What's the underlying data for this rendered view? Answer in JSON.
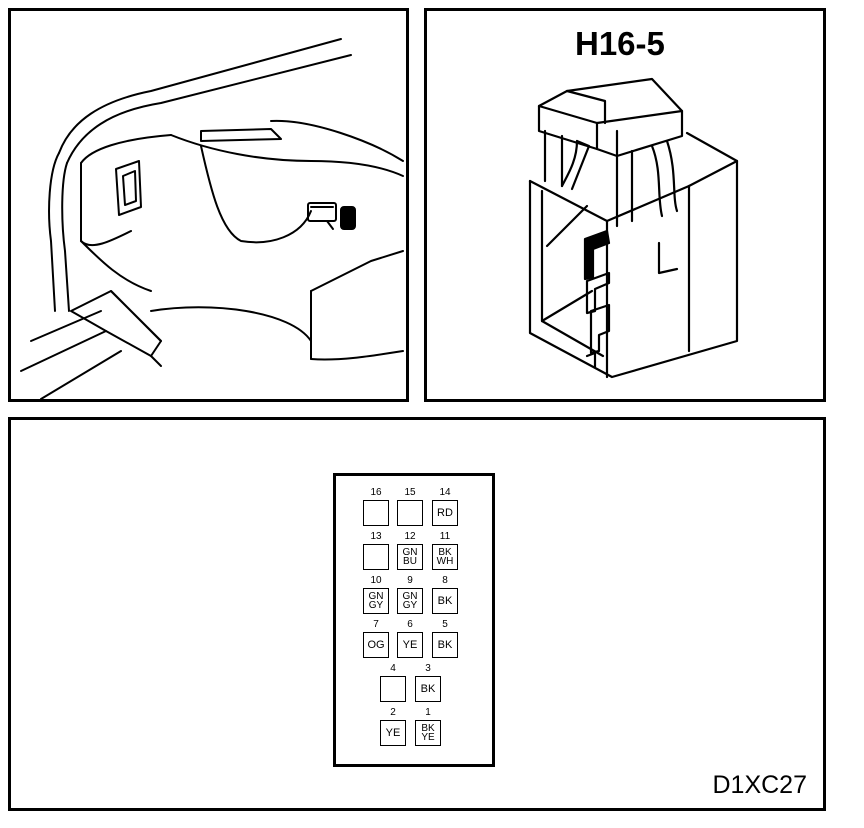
{
  "connector": {
    "id": "H16-5"
  },
  "diagram_code": "D1XC27",
  "pins": [
    {
      "num": "16",
      "wires": []
    },
    {
      "num": "15",
      "wires": []
    },
    {
      "num": "14",
      "wires": [
        "RD"
      ]
    },
    {
      "num": "13",
      "wires": []
    },
    {
      "num": "12",
      "wires": [
        "GN",
        "BU"
      ]
    },
    {
      "num": "11",
      "wires": [
        "BK",
        "WH"
      ]
    },
    {
      "num": "10",
      "wires": [
        "GN",
        "GY"
      ]
    },
    {
      "num": "9",
      "wires": [
        "GN",
        "GY"
      ]
    },
    {
      "num": "8",
      "wires": [
        "BK"
      ]
    },
    {
      "num": "7",
      "wires": [
        "OG"
      ]
    },
    {
      "num": "6",
      "wires": [
        "YE"
      ]
    },
    {
      "num": "5",
      "wires": [
        "BK"
      ]
    },
    {
      "num": "4",
      "wires": []
    },
    {
      "num": "3",
      "wires": [
        "BK"
      ]
    },
    {
      "num": "2",
      "wires": [
        "YE"
      ]
    },
    {
      "num": "1",
      "wires": [
        "BK",
        "YE"
      ]
    }
  ]
}
